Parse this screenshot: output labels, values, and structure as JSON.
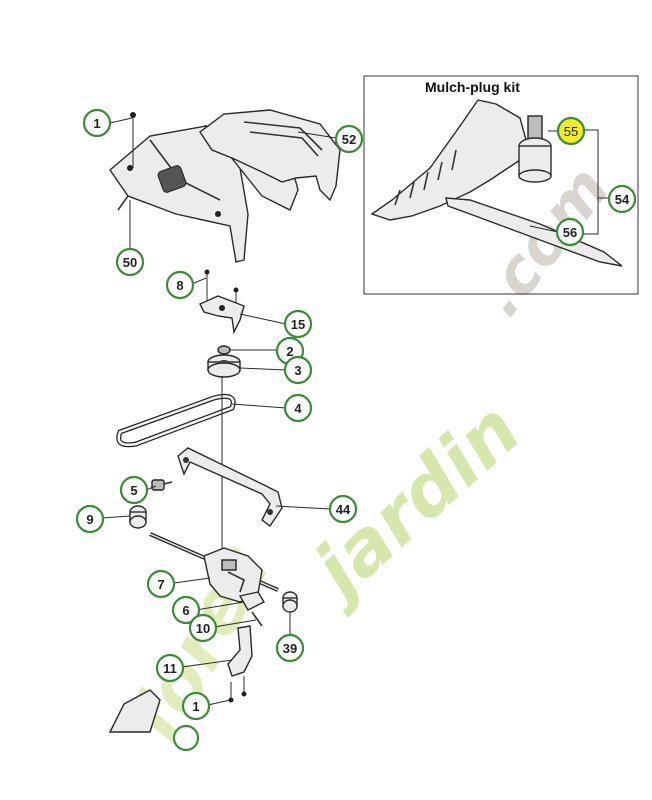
{
  "kit": {
    "title": "Mulch-plug kit"
  },
  "watermark": {
    "text_left": "foret",
    "text_mid": "jardin",
    "text_right": ".com"
  },
  "callouts": [
    {
      "id": "c1a",
      "label": "1"
    },
    {
      "id": "c52",
      "label": "52"
    },
    {
      "id": "c50",
      "label": "50"
    },
    {
      "id": "c8",
      "label": "8"
    },
    {
      "id": "c15",
      "label": "15"
    },
    {
      "id": "c2",
      "label": "2"
    },
    {
      "id": "c3",
      "label": "3"
    },
    {
      "id": "c4",
      "label": "4"
    },
    {
      "id": "c5",
      "label": "5"
    },
    {
      "id": "c9",
      "label": "9"
    },
    {
      "id": "c44",
      "label": "44"
    },
    {
      "id": "c7",
      "label": "7"
    },
    {
      "id": "c6",
      "label": "6"
    },
    {
      "id": "c10",
      "label": "10"
    },
    {
      "id": "c39",
      "label": "39"
    },
    {
      "id": "c11",
      "label": "11"
    },
    {
      "id": "c1b",
      "label": "1"
    },
    {
      "id": "c55",
      "label": "55"
    },
    {
      "id": "c54",
      "label": "54"
    },
    {
      "id": "c56",
      "label": "56"
    }
  ]
}
